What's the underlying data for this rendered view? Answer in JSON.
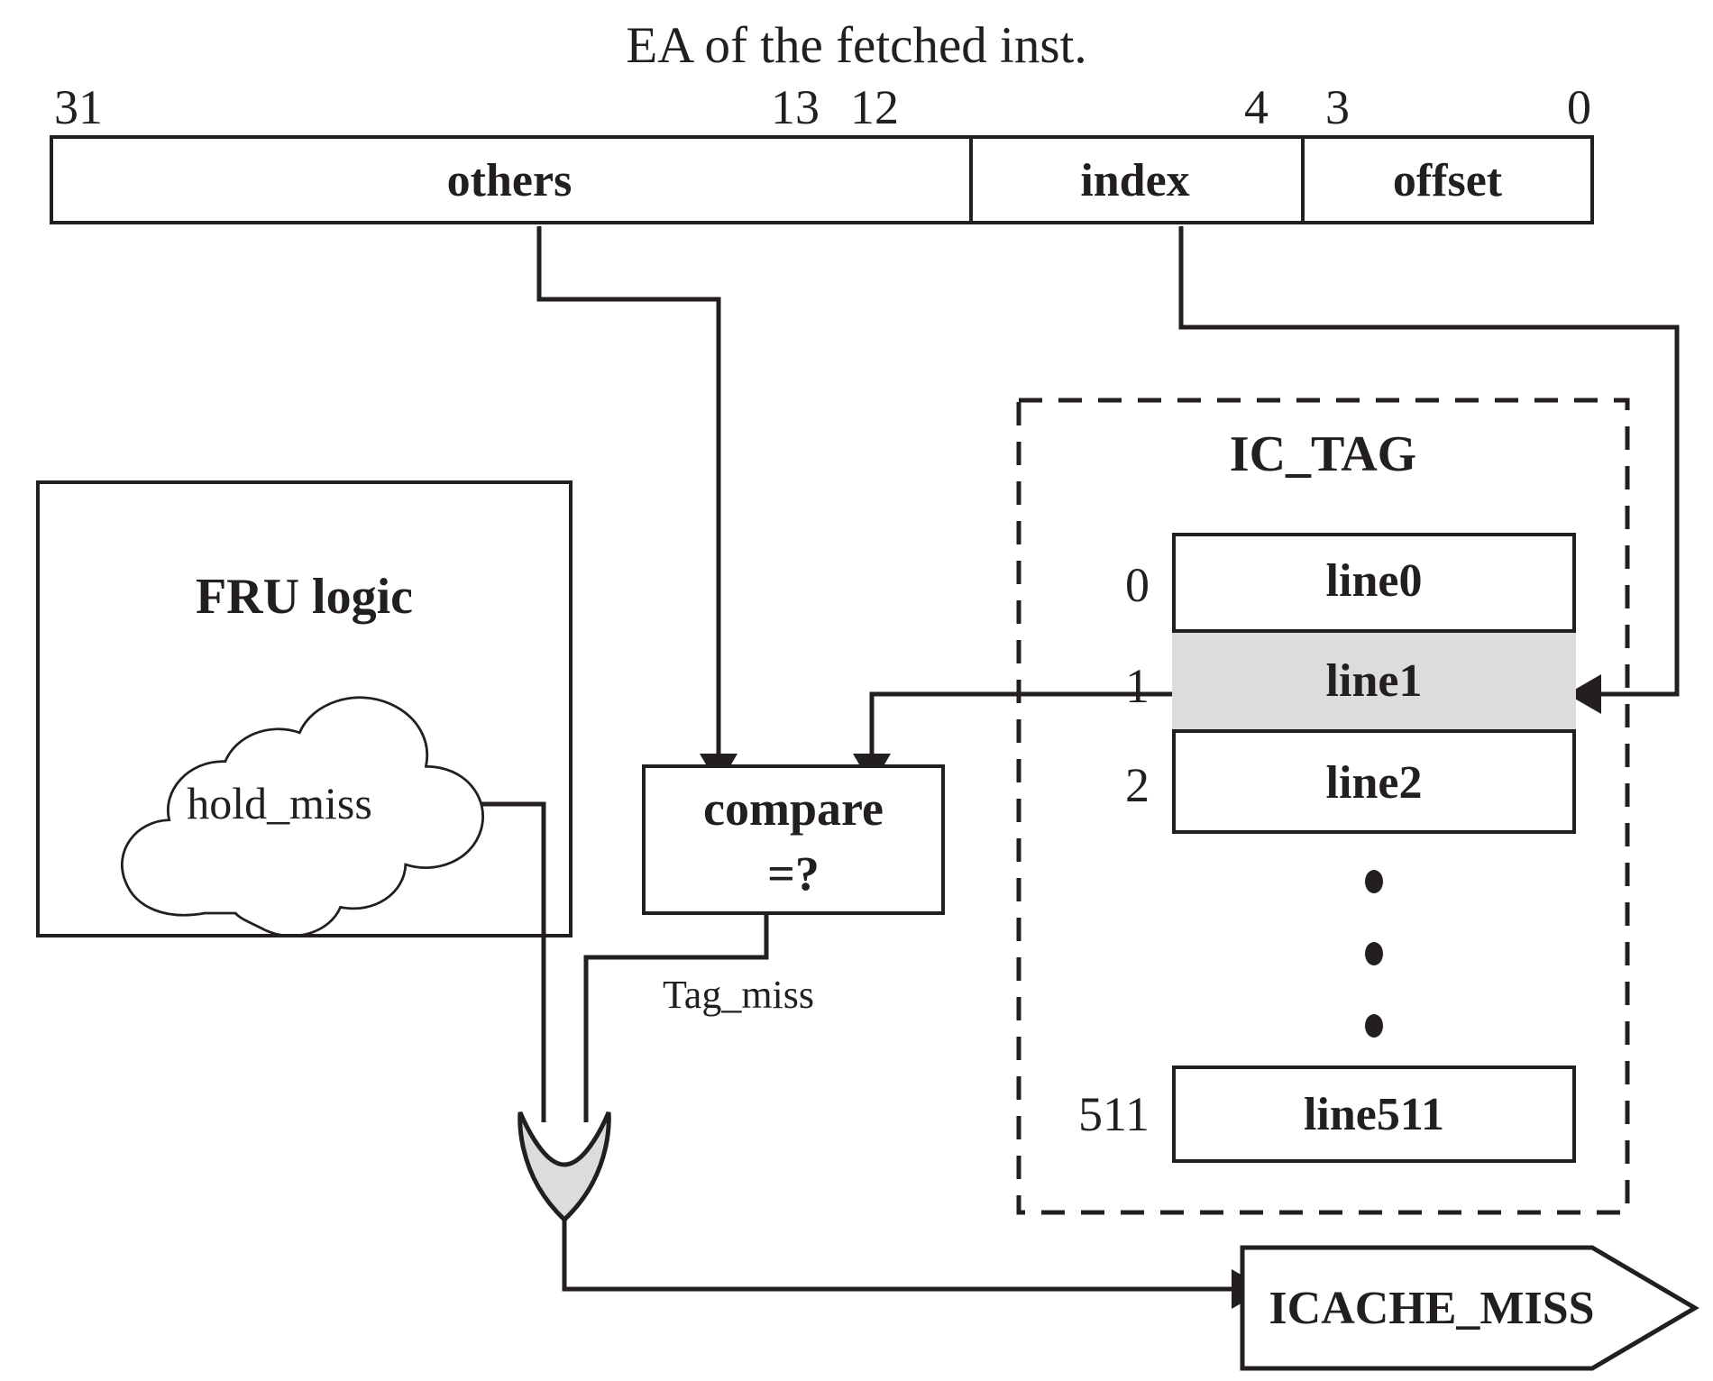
{
  "diagram": {
    "title": "EA of the fetched inst.",
    "address_field": {
      "bit_labels": [
        "31",
        "13",
        "12",
        "4",
        "3",
        "0"
      ],
      "fields": [
        {
          "name": "others",
          "label": "others",
          "bit_hi": "31",
          "bit_lo": "13"
        },
        {
          "name": "index",
          "label": "index",
          "bit_hi": "12",
          "bit_lo": "4"
        },
        {
          "name": "offset",
          "label": "offset",
          "bit_hi": "3",
          "bit_lo": "0"
        }
      ]
    },
    "fru_logic": {
      "title": "FRU logic",
      "signal": "hold_miss"
    },
    "compare": {
      "line1": "compare",
      "line2": "=?",
      "output_signal": "Tag_miss"
    },
    "ic_tag": {
      "title": "IC_TAG",
      "row_indices": [
        "0",
        "1",
        "2",
        "511"
      ],
      "rows": [
        {
          "index": "0",
          "label": "line0",
          "highlighted": false
        },
        {
          "index": "1",
          "label": "line1",
          "highlighted": true
        },
        {
          "index": "2",
          "label": "line2",
          "highlighted": false
        },
        {
          "index": "511",
          "label": "line511",
          "highlighted": false
        }
      ],
      "ellipsis": "•",
      "selected_row": "line1"
    },
    "output": {
      "label": "ICACHE_MISS"
    },
    "gate": {
      "type": "OR",
      "inputs": [
        "hold_miss",
        "Tag_miss"
      ],
      "output": "ICACHE_MISS"
    },
    "colors": {
      "stroke": "#231f20",
      "highlight_fill": "#dcdcdc",
      "gate_fill": "#dcdcdc",
      "background": "#ffffff"
    }
  }
}
